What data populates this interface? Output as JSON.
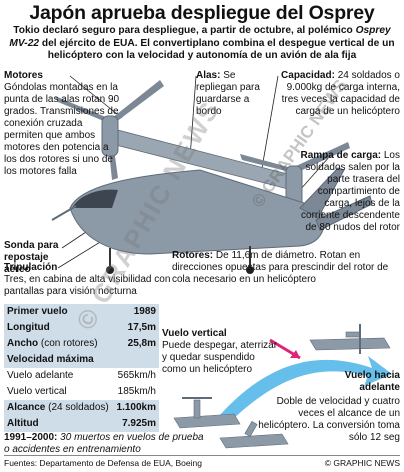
{
  "title": "Japón aprueba despliegue del Osprey",
  "intro": {
    "part1": "Tokio declaró seguro para despliegue, a partir de octubre, al polémico ",
    "model": "Osprey MV-22",
    "part2": " del ejército de EUA. El convertiplano combina el despegue vertical de un helicóptero con la velocidad y autonomía de un avión de ala fija"
  },
  "callouts": {
    "motores": {
      "head": "Motores",
      "body": "Góndolas montadas en la punta de las alas rotan 90 grados. Transmisiones de conexión cruzada permiten que ambos motores den potencia a los dos rotores si uno de los motores falla"
    },
    "alas": {
      "head": "Alas:",
      "body": " Se repliegan para guardarse a bordo"
    },
    "capacidad": {
      "head": "Capacidad:",
      "body": " 24 soldados o 9.000kg de carga interna, tres veces la capacidad de carga de un helicóptero"
    },
    "rampa": {
      "head": "Rampa de carga:",
      "body": " Los soldados salen por la parte trasera del compartimiento de carga, lejos de la corriente descendente de 80 nudos del rotor"
    },
    "sonda": {
      "head": "Sonda para repostaje aéreo",
      "body": ""
    },
    "tripulacion": {
      "head": "Tripulación",
      "body": "Tres, en cabina de alta visibilidad con pantallas para visión nocturna"
    },
    "rotores": {
      "head": "Rotores:",
      "body": " De 11,6m de diámetro. Rotan en direcciones opuestas para prescindir del rotor de cola necesario en un helicóptero"
    },
    "vuelo_vertical": {
      "head": "Vuelo vertical",
      "body": "Puede despegar, aterrizar y quedar suspendido como un helicóptero"
    },
    "vuelo_adelante": {
      "head": "Vuelo hacia adelante",
      "body": "Doble de velocidad y cuatro veces el alcance de un helicóptero. La conversión toma sólo 12 seg"
    }
  },
  "stats": [
    {
      "label": "Primer vuelo",
      "sub": "",
      "value": "1989",
      "style": "hd"
    },
    {
      "label": "Longitud",
      "sub": "",
      "value": "17,5m",
      "style": "hd"
    },
    {
      "label": "Ancho",
      "sub": " (con rotores)",
      "value": "25,8m",
      "style": "hd"
    },
    {
      "label": "Velocidad máxima",
      "sub": "",
      "value": "",
      "style": "hd"
    },
    {
      "label": "Vuelo adelante",
      "sub": "",
      "value": "565km/h",
      "style": "plain"
    },
    {
      "label": "Vuelo vertical",
      "sub": "",
      "value": "185km/h",
      "style": "plain"
    },
    {
      "label": "Alcance",
      "sub": " (24 soldados)",
      "value": "1.100km",
      "style": "hd"
    },
    {
      "label": "Altitud",
      "sub": "",
      "value": "7.925m",
      "style": "hd"
    }
  ],
  "note": {
    "years": "1991–2000:",
    "text": " 30 muertos en vuelos de prueba o accidentes en entrenamiento"
  },
  "footer": {
    "source": "Fuentes: Departamento de Defensa de EUA, Boeing",
    "copyright": "© GRAPHIC NEWS"
  },
  "watermark": "© GRAPHIC NEWS",
  "colors": {
    "aircraft": "#8c99a6",
    "aircraft_dark": "#5e6b78",
    "arrow": "#4ab4e6",
    "pink_arrow": "#e0237a",
    "table_band": "#cfdde8"
  }
}
